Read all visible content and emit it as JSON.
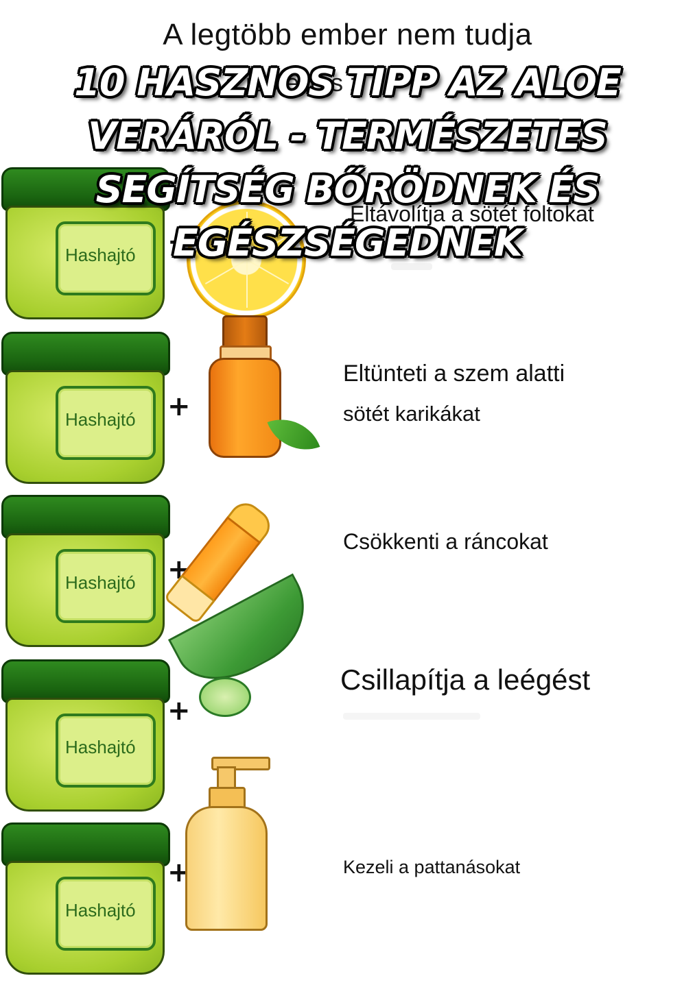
{
  "header": {
    "subtitle": "A legtöbb ember nem tudja",
    "subtitle_partial": "z a ipp elle s z",
    "headline": "10 hasznos tipp az aloe veráról - természetes segítség bőrödnek és egészségednek"
  },
  "jar_label": "Hashajtó",
  "plus_sign": "+",
  "rows": [
    {
      "item": "lemon-icon",
      "caption": "Eltávolítja a sötét foltokat"
    },
    {
      "item": "oil-bottle-icon",
      "caption_line1": "Eltünteti a szem alatti",
      "caption_line2": "sötét karikákat"
    },
    {
      "item": "lip-balm-icon",
      "caption": "Csökkenti a ráncokat"
    },
    {
      "item": "aloe-leaf-icon",
      "caption": "Csillapítja a leégést"
    },
    {
      "item": "pump-bottle-icon",
      "caption": "Kezeli a pattanásokat"
    }
  ],
  "colors": {
    "lid": "#1a6410",
    "jar_body": "#a8cf2e",
    "label_border": "#2f7b1d"
  }
}
